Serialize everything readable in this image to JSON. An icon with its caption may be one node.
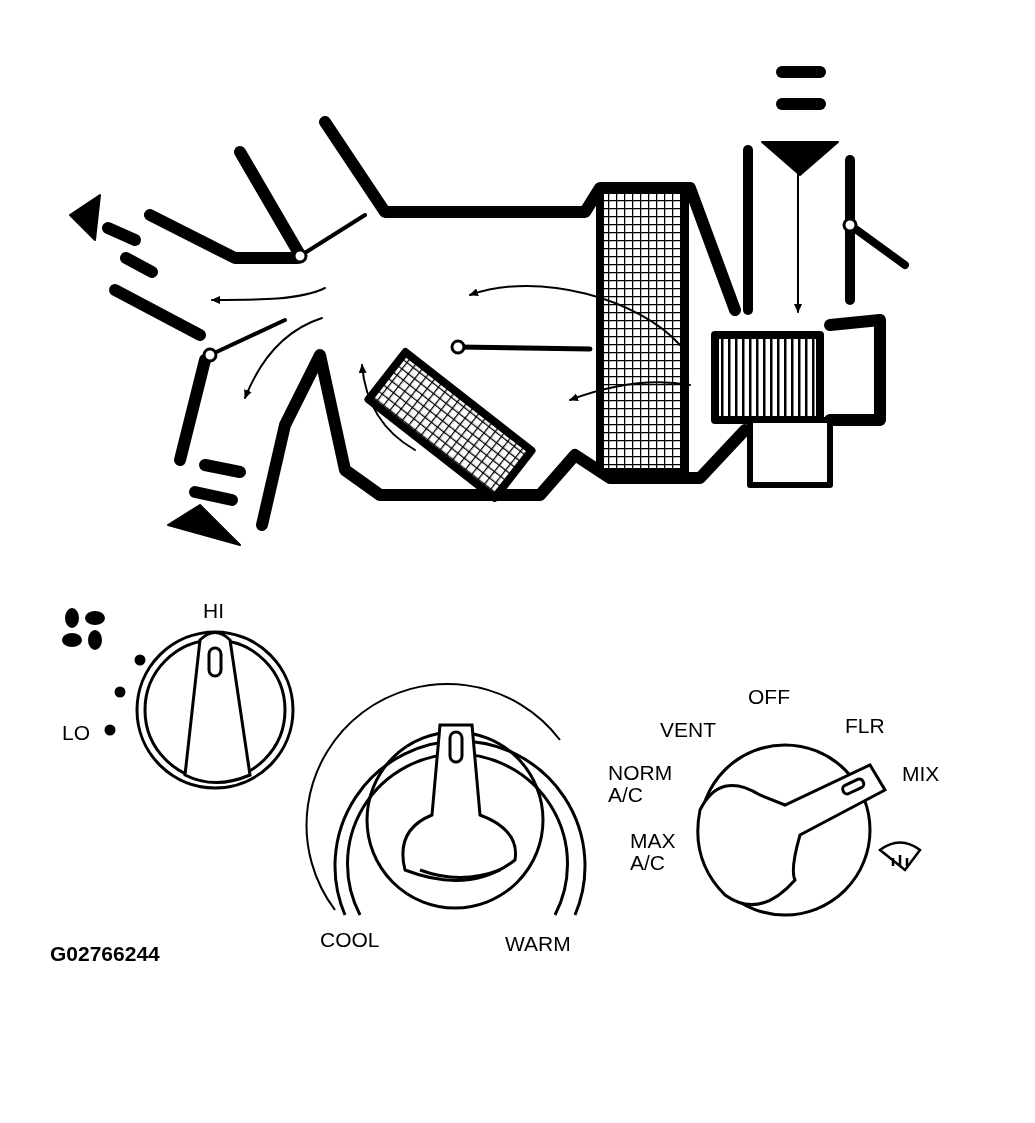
{
  "diagram": {
    "labels": [
      "HI",
      "LO",
      "OFF",
      "VENT",
      "FLR",
      "NORM A/C",
      "MIX",
      "MAX A/C",
      "COOL",
      "WARM",
      "G02766244"
    ]
  }
}
